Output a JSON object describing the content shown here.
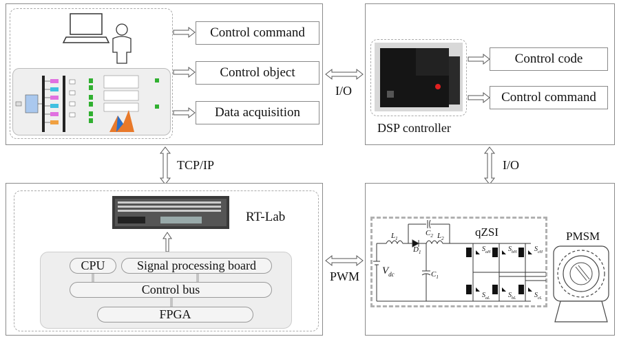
{
  "host": {
    "control_command": "Control command",
    "control_object": "Control object",
    "data_acquisition": "Data acquisition"
  },
  "dsp": {
    "control_code": "Control code",
    "control_command": "Control command",
    "caption": "DSP controller"
  },
  "links": {
    "io_top": "I/O",
    "tcp_ip": "TCP/IP",
    "io_right": "I/O",
    "pwm": "PWM"
  },
  "rtlab": {
    "title": "RT-Lab",
    "cpu": "CPU",
    "signal_board": "Signal processing board",
    "control_bus": "Control bus",
    "fpga": "FPGA"
  },
  "inverter": {
    "title": "qZSI",
    "motor": "PMSM",
    "vdc": "V",
    "vdc_sub": "dc",
    "d1": "D",
    "d1_sub": "1",
    "c1": "C",
    "c1_sub": "1",
    "c2": "C",
    "c2_sub": "2",
    "l1": "L",
    "l1_sub": "1",
    "l2": "L",
    "l2_sub": "2",
    "switches_top": [
      "S",
      "S",
      "S"
    ],
    "switches_top_sub": [
      "aH",
      "bH",
      "cH"
    ],
    "switches_bottom": [
      "S",
      "S",
      "S"
    ],
    "switches_bottom_sub": [
      "aL",
      "bL",
      "cL"
    ]
  }
}
